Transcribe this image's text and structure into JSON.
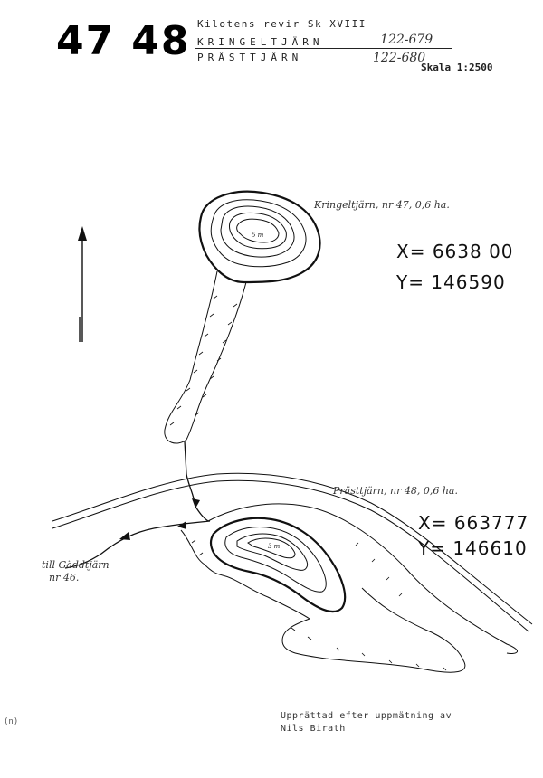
{
  "sheet": {
    "numbers": [
      "47",
      "48"
    ],
    "header_lines": [
      "Kilotens revir Sk XVIII",
      "KRINGELTJÄRN",
      "PRÄSTTJÄRN"
    ],
    "references": [
      "122-679",
      "122-680"
    ],
    "scale": "Skala 1:2500"
  },
  "lakes": {
    "kringeltjarn": {
      "label": "Kringeltjärn, nr 47, 0,6 ha.",
      "depth": "5 m",
      "coords": {
        "x": "X= 6638 00",
        "y": "Y= 146590"
      }
    },
    "prasttjarn": {
      "label": "Prästtjärn, nr 48, 0,6 ha.",
      "depth": "3 m",
      "coords": {
        "x": "X= 663777",
        "y": "Y= 146610"
      }
    }
  },
  "outflow": {
    "label_line1": "till Gäddtjärn",
    "label_line2": "nr 46."
  },
  "footer": {
    "line1": "Upprättad efter uppmätning av",
    "line2": "Nils Birath"
  },
  "margin_mark": "(n)",
  "colors": {
    "ink": "#111111",
    "paper": "#ffffff"
  }
}
